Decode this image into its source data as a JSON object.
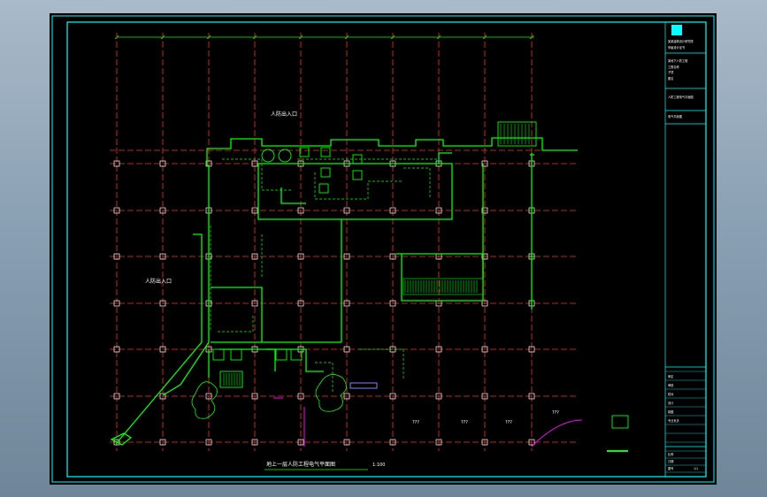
{
  "drawing": {
    "title": "地上一层人防工程电气平面图",
    "scale": "1:100",
    "annotation_top": "人防出入口",
    "annotation_left": "人防出入口",
    "unknown_labels": [
      "???",
      "???",
      "???",
      "???"
    ],
    "colors": {
      "grid": "#ff2a2a",
      "wall": "#00ff00",
      "frame": "#00ffff",
      "dimension": "#00ff00",
      "accent": "#ff00ff"
    }
  },
  "title_block": {
    "logo": "logo-icon",
    "company": "某某建筑设计研究院",
    "cert": "甲级设计证书",
    "project": "某地下人防工程",
    "drawing_name": "人防工程电气平面图",
    "rows": [
      "工程名称",
      "子项",
      "图名",
      "电气平面图"
    ],
    "signatures": [
      "审定",
      "审核",
      "校对",
      "设计",
      "制图",
      "专业负责"
    ],
    "bottom": [
      "比例",
      "日期",
      "图号"
    ],
    "page": "1/1"
  }
}
